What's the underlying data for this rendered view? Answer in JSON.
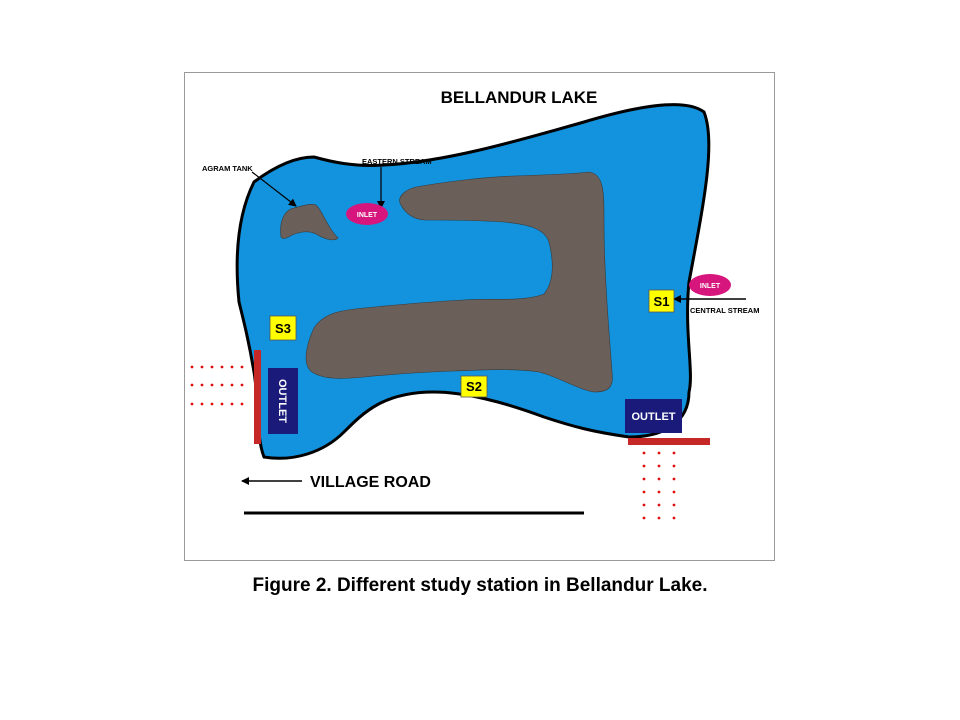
{
  "figure": {
    "title": "BELLANDUR LAKE",
    "caption": "Figure 2. Different study station in Bellandur Lake.",
    "colors": {
      "water": "#1393dd",
      "island": "#6b5f5a",
      "inlet": "#d6157d",
      "station_box": "#ffff00",
      "outlet_box": "#1a1a7a",
      "outlet_bar": "#c62828",
      "outlet_dots": "#e01010",
      "outline": "#000000"
    }
  },
  "labels": {
    "agram_tank": "AGRAM TANK",
    "eastern_stream": "EASTERN STREAM",
    "central_stream": "CENTRAL STREAM",
    "village_road": "VILLAGE ROAD"
  },
  "inlets": [
    {
      "id": "inlet-eastern",
      "label": "INLET"
    },
    {
      "id": "inlet-central",
      "label": "INLET"
    }
  ],
  "stations": [
    {
      "id": "S1",
      "label": "S1"
    },
    {
      "id": "S2",
      "label": "S2"
    },
    {
      "id": "S3",
      "label": "S3"
    }
  ],
  "outlets": [
    {
      "id": "outlet-west",
      "label": "OUTLET"
    },
    {
      "id": "outlet-south-east",
      "label": "OUTLET"
    }
  ]
}
